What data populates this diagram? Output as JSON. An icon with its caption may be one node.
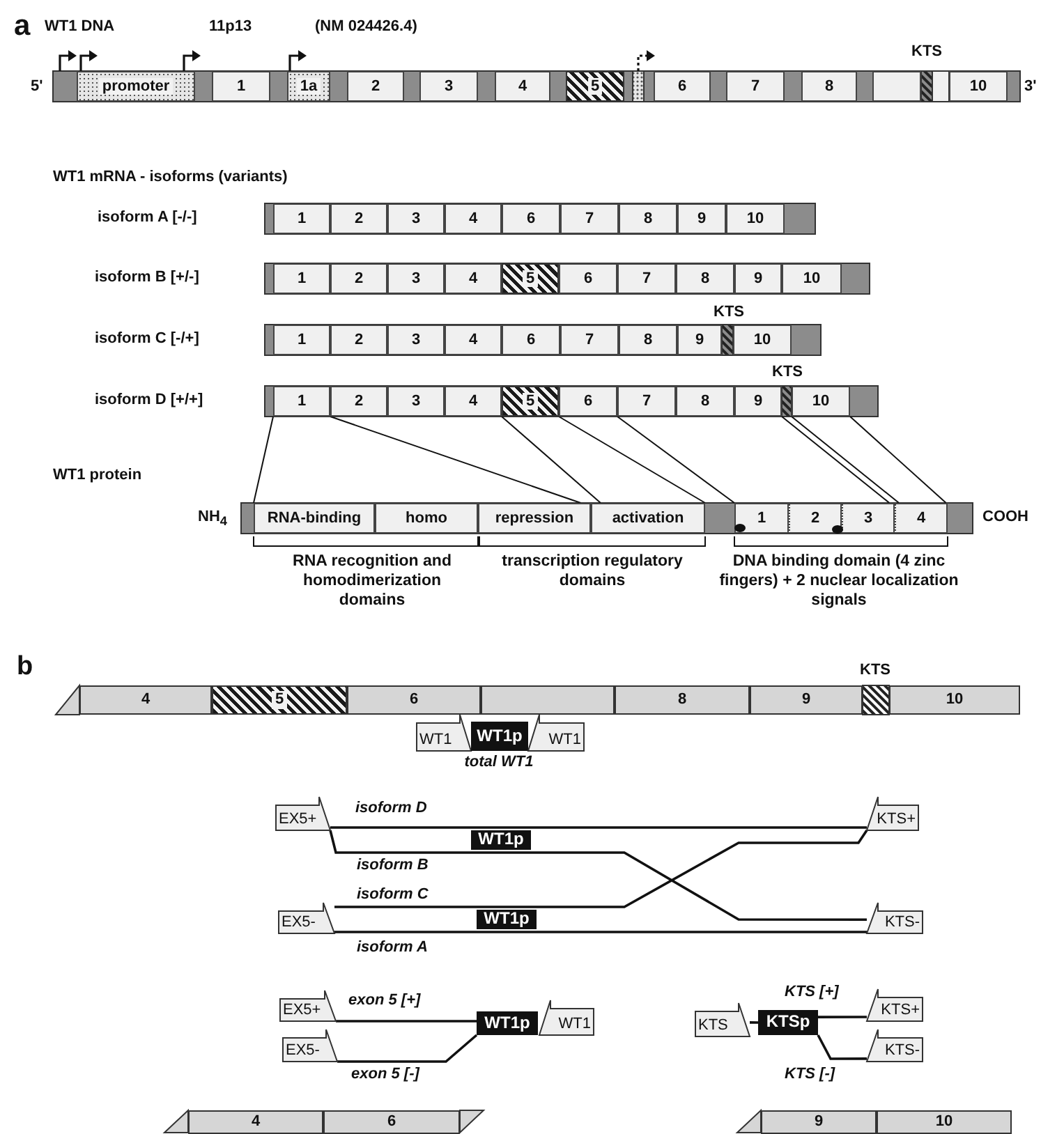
{
  "diagram": {
    "nodes": [
      {
        "text": [
          "promoter"
        ]
      },
      {
        "text": [
          "1"
        ]
      },
      {
        "text": [
          "1a"
        ]
      },
      {
        "text": [
          "2"
        ]
      },
      {
        "text": [
          "3"
        ]
      },
      {
        "text": [
          "4"
        ]
      },
      {
        "text": [
          "5"
        ]
      },
      {
        "text": [
          "6"
        ]
      },
      {
        "text": [
          "7"
        ]
      },
      {
        "text": [
          "8"
        ]
      },
      {
        "text": [],
        "shape": "box"
      },
      {
        "text": [
          "10"
        ]
      },
      {
        "text": [
          "1"
        ]
      },
      {
        "text": [
          "2"
        ]
      },
      {
        "text": [
          "3"
        ]
      },
      {
        "text": [
          "4"
        ]
      },
      {
        "text": [
          "6"
        ]
      },
      {
        "text": [
          "7"
        ]
      },
      {
        "text": [
          "8"
        ]
      },
      {
        "text": [
          "9"
        ]
      },
      {
        "text": [
          "10"
        ]
      },
      {
        "text": [
          "1"
        ]
      },
      {
        "text": [
          "2"
        ]
      },
      {
        "text": [
          "3"
        ]
      },
      {
        "text": [
          "4"
        ]
      },
      {
        "text": [
          "5"
        ]
      },
      {
        "text": [
          "6"
        ]
      },
      {
        "text": [
          "7"
        ]
      },
      {
        "text": [
          "8"
        ]
      },
      {
        "text": [
          "9"
        ]
      },
      {
        "text": [
          "10"
        ]
      },
      {
        "text": [
          "1"
        ]
      },
      {
        "text": [
          "2"
        ]
      },
      {
        "text": [
          "3"
        ]
      },
      {
        "text": [
          "4"
        ]
      },
      {
        "text": [
          "6"
        ]
      },
      {
        "text": [
          "7"
        ]
      },
      {
        "text": [
          "8"
        ]
      },
      {
        "text": [
          "9"
        ]
      },
      {
        "text": [
          "10"
        ]
      },
      {
        "text": [
          "1"
        ]
      },
      {
        "text": [
          "2"
        ]
      },
      {
        "text": [
          "3"
        ]
      },
      {
        "text": [
          "4"
        ]
      },
      {
        "text": [
          "5"
        ]
      },
      {
        "text": [
          "6"
        ]
      },
      {
        "text": [
          "7"
        ]
      },
      {
        "text": [
          "8"
        ]
      },
      {
        "text": [
          "9"
        ]
      },
      {
        "text": [
          "10"
        ]
      },
      {
        "text": [
          "RNA-binding"
        ]
      },
      {
        "text": [
          "homo"
        ]
      },
      {
        "text": [
          "repression"
        ]
      },
      {
        "text": [
          "activation"
        ]
      },
      {
        "text": [
          "1"
        ]
      },
      {
        "text": [
          "2"
        ]
      },
      {
        "text": [
          "3"
        ]
      },
      {
        "text": [
          "4"
        ]
      },
      {
        "text": [
          "4"
        ]
      },
      {
        "text": [
          "5"
        ]
      },
      {
        "text": [
          "6"
        ]
      },
      {
        "text": [],
        "shape": "box"
      },
      {
        "text": [
          "8"
        ]
      },
      {
        "text": [
          "9"
        ]
      },
      {
        "text": [
          "10"
        ]
      },
      {
        "text": [
          "WT1"
        ]
      },
      {
        "text": [
          "WT1p"
        ]
      },
      {
        "text": [
          "WT1"
        ]
      },
      {
        "text": [
          "EX5+"
        ]
      },
      {
        "text": [
          "KTS+"
        ]
      },
      {
        "text": [
          "WT1p"
        ]
      },
      {
        "text": [
          "EX5-"
        ]
      },
      {
        "text": [
          "KTS-"
        ]
      },
      {
        "text": [
          "WT1p"
        ]
      },
      {
        "text": [
          "EX5+"
        ]
      },
      {
        "text": [
          "WT1p"
        ]
      },
      {
        "text": [
          "WT1"
        ]
      },
      {
        "text": [
          "KTS"
        ]
      },
      {
        "text": [
          "KTSp"
        ]
      },
      {
        "text": [
          "KTS+"
        ]
      },
      {
        "text": [
          "EX5-"
        ]
      },
      {
        "text": [
          "KTS-"
        ]
      },
      {
        "text": [
          "4"
        ]
      },
      {
        "text": [
          "6"
        ]
      },
      {
        "text": [
          "9"
        ]
      },
      {
        "text": [
          "10"
        ]
      }
    ],
    "edges": [
      {
        "from": 40,
        "to": 50,
        "arrow": "none"
      },
      {
        "from": 41,
        "to": 52,
        "arrow": "none"
      },
      {
        "from": 44,
        "to": 53,
        "arrow": "none"
      },
      {
        "from": 45,
        "to": 53,
        "arrow": "none"
      },
      {
        "from": 46,
        "to": 54,
        "arrow": "none"
      },
      {
        "from": 48,
        "to": 56,
        "arrow": "none"
      },
      {
        "from": 49,
        "to": 57,
        "arrow": "none"
      },
      {
        "from": 49,
        "to": 57,
        "arrow": "none"
      },
      {
        "from": 68,
        "to": 69,
        "arrow": "none",
        "label": "isoform D"
      },
      {
        "from": 68,
        "to": 72,
        "arrow": "none",
        "label": "isoform B"
      },
      {
        "from": 71,
        "to": 69,
        "arrow": "none",
        "label": "isoform C"
      },
      {
        "from": 71,
        "to": 72,
        "arrow": "none",
        "label": "isoform A"
      },
      {
        "from": 74,
        "to": 75,
        "arrow": "none",
        "label": "exon 5 [+]"
      },
      {
        "from": 80,
        "to": 75,
        "arrow": "none",
        "label": "exon 5 [-]"
      },
      {
        "from": 77,
        "to": 78,
        "arrow": "none"
      },
      {
        "from": 78,
        "to": 79,
        "arrow": "none",
        "label": "KTS [+]"
      },
      {
        "from": 78,
        "to": 81,
        "arrow": "none",
        "label": "KTS [-]"
      }
    ],
    "labels": [
      "a",
      "WT1 DNA",
      "11p13",
      "(NM 024426.4)",
      "5'",
      "KTS",
      "3'",
      "WT1 mRNA - isoforms (variants)",
      "isoform A [-/-]",
      "isoform B [+/-]",
      "KTS",
      "isoform C [-/+]",
      "KTS",
      "isoform D [+/+]",
      "WT1 protein",
      "NH$_{4}$",
      "COOH",
      "RNA recognition and homodimerization domains",
      "transcription regulatory domains",
      "DNA binding domain (4 zinc fingers) + 2 nuclear localization signals",
      "b",
      "KTS",
      "total WT1"
    ]
  }
}
